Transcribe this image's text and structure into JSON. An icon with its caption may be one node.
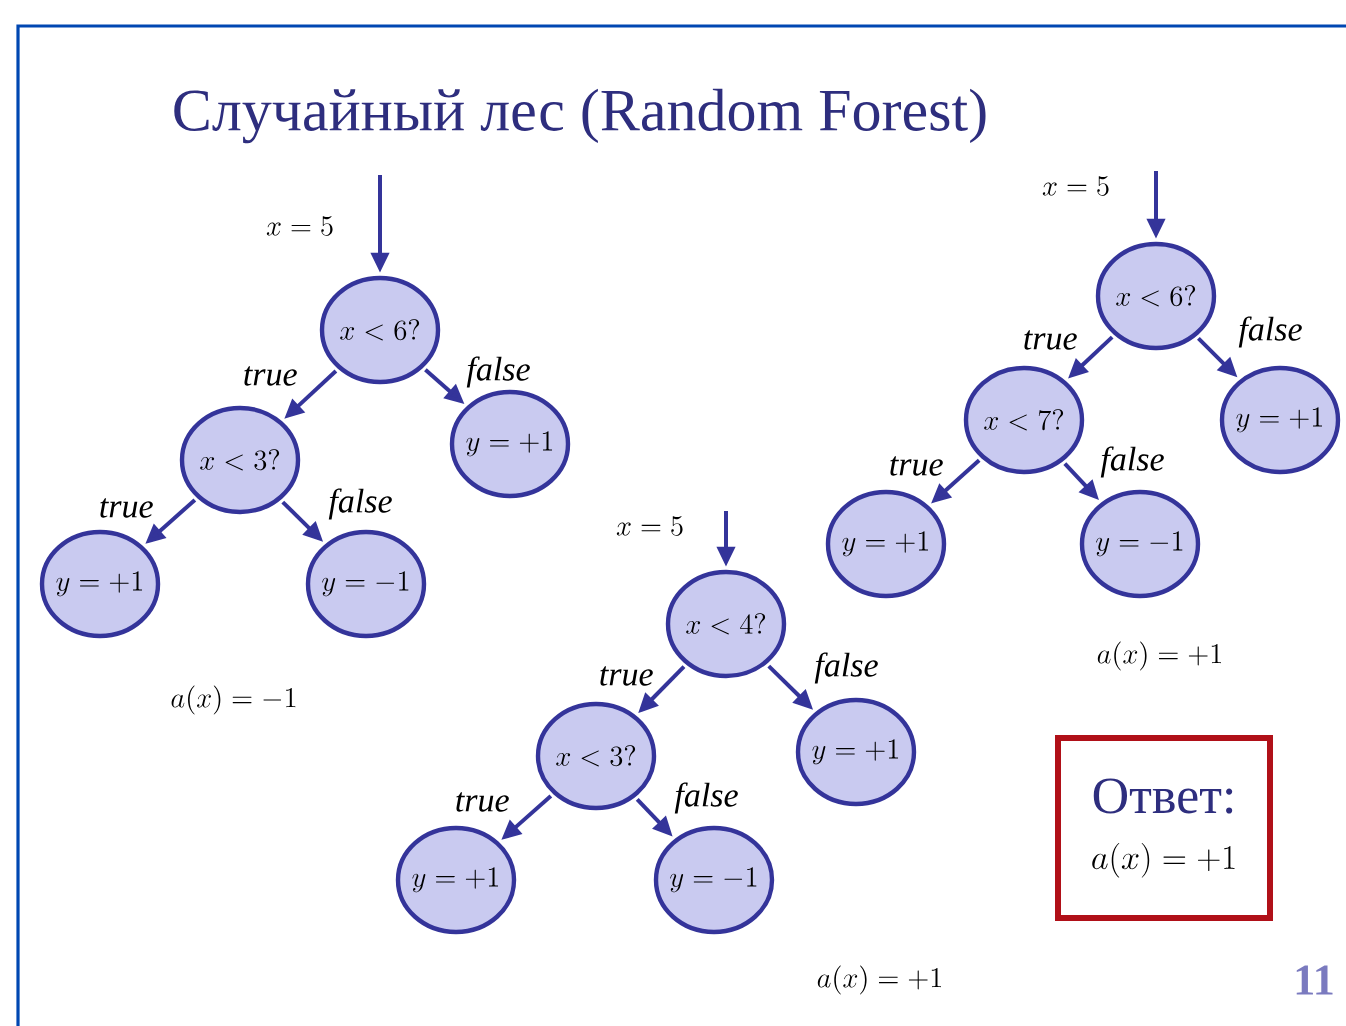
{
  "diagram": {
    "title": "Случайный лес (Random Forest)",
    "nodes": [
      {
        "text": [
          "x < 6?"
        ]
      },
      {
        "text": [
          "x < 3?"
        ]
      },
      {
        "text": [
          "y = +1"
        ]
      },
      {
        "text": [
          "y = +1"
        ]
      },
      {
        "text": [
          "y = -1"
        ]
      },
      {
        "text": [
          "x < 6?"
        ]
      },
      {
        "text": [
          "x < 7?"
        ]
      },
      {
        "text": [
          "y = +1"
        ]
      },
      {
        "text": [
          "y = +1"
        ]
      },
      {
        "text": [
          "y = -1"
        ]
      },
      {
        "text": [
          "x < 4?"
        ]
      },
      {
        "text": [
          "x < 3?"
        ]
      },
      {
        "text": [
          "y = +1"
        ]
      },
      {
        "text": [
          "y = +1"
        ]
      },
      {
        "text": [
          "y = -1"
        ]
      },
      {
        "text": [
          "Ответ:",
          "a(x) = +1"
        ]
      }
    ],
    "edges": [
      {
        "from": null,
        "to": 0,
        "arrow": "to"
      },
      {
        "from": 0,
        "to": 1,
        "arrow": "to",
        "label": "true"
      },
      {
        "from": 0,
        "to": 2,
        "arrow": "to",
        "label": "false"
      },
      {
        "from": 1,
        "to": 3,
        "arrow": "to",
        "label": "true"
      },
      {
        "from": 1,
        "to": 4,
        "arrow": "to",
        "label": "false"
      },
      {
        "from": null,
        "to": 5,
        "arrow": "to"
      },
      {
        "from": 5,
        "to": 6,
        "arrow": "to",
        "label": "true"
      },
      {
        "from": 5,
        "to": 7,
        "arrow": "to",
        "label": "false"
      },
      {
        "from": 6,
        "to": 8,
        "arrow": "to",
        "label": "true"
      },
      {
        "from": 6,
        "to": 9,
        "arrow": "to",
        "label": "false"
      },
      {
        "from": null,
        "to": 10,
        "arrow": "to"
      },
      {
        "from": 10,
        "to": 11,
        "arrow": "to",
        "label": "true"
      },
      {
        "from": 10,
        "to": 12,
        "arrow": "to",
        "label": "false"
      },
      {
        "from": 11,
        "to": 13,
        "arrow": "to",
        "label": "true"
      },
      {
        "from": 11,
        "to": 14,
        "arrow": "to",
        "label": "false"
      }
    ],
    "labels": [
      "x = 5",
      "x = 5",
      "a(x) = -1",
      "x = 5",
      "a(x) = +1",
      "a(x) = +1",
      "11"
    ]
  }
}
